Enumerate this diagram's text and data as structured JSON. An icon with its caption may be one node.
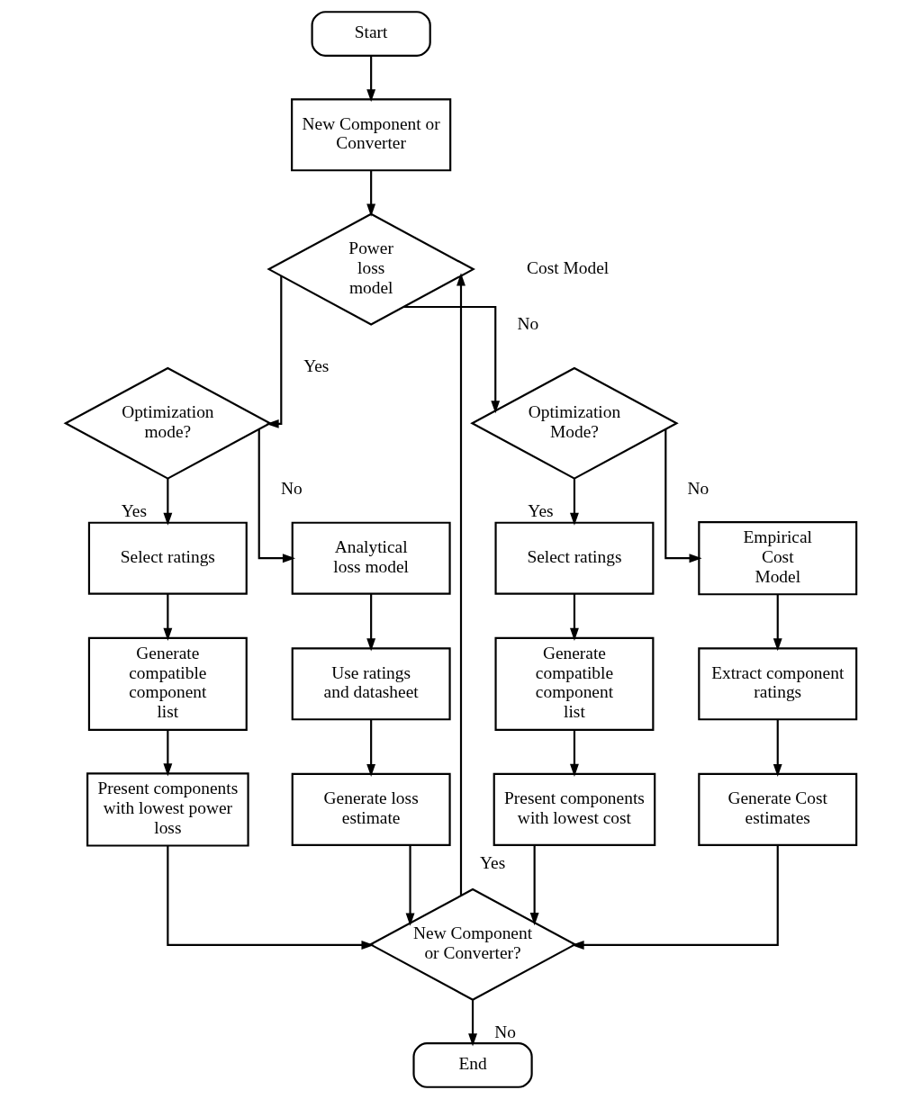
{
  "diagram": {
    "nodes": [
      {
        "text": [
          "Start"
        ]
      },
      {
        "text": [
          "New Component or Converter"
        ]
      },
      {
        "text": [
          "Power loss model"
        ]
      },
      {
        "text": [
          "Optimization mode?"
        ]
      },
      {
        "text": [
          "Optimization Mode?"
        ]
      },
      {
        "text": [
          "Select ratings"
        ]
      },
      {
        "text": [
          "Analytical loss model"
        ]
      },
      {
        "text": [
          "Select ratings"
        ]
      },
      {
        "text": [
          "Empirical Cost Model"
        ]
      },
      {
        "text": [
          "Generate compatible component list"
        ]
      },
      {
        "text": [
          "Use ratings and datasheet"
        ]
      },
      {
        "text": [
          "Generate compatible component list"
        ]
      },
      {
        "text": [
          "Extract component ratings"
        ]
      },
      {
        "text": [
          "Present components with lowest power loss"
        ]
      },
      {
        "text": [
          "Generate loss estimate"
        ]
      },
      {
        "text": [
          "Present components with lowest cost"
        ]
      },
      {
        "text": [
          "Generate Cost estimates"
        ]
      },
      {
        "text": [
          "New Component or Converter?"
        ]
      },
      {
        "text": [
          "End"
        ]
      }
    ],
    "edges": [
      {
        "from": 0,
        "to": 1,
        "arrow": "to"
      },
      {
        "from": 1,
        "to": 2,
        "arrow": "to"
      },
      {
        "from": 2,
        "to": 3,
        "label": "Yes",
        "arrow": "to"
      },
      {
        "from": 2,
        "to": 4,
        "label": "No",
        "arrow": "to"
      },
      {
        "from": 3,
        "to": 5,
        "label": "Yes",
        "arrow": "to"
      },
      {
        "from": 3,
        "to": 6,
        "label": "No",
        "arrow": "to"
      },
      {
        "from": 4,
        "to": 7,
        "label": "Yes",
        "arrow": "to"
      },
      {
        "from": 4,
        "to": 8,
        "label": "No",
        "arrow": "to"
      },
      {
        "from": 5,
        "to": 9,
        "arrow": "to"
      },
      {
        "from": 6,
        "to": 10,
        "arrow": "to"
      },
      {
        "from": 7,
        "to": 11,
        "arrow": "to"
      },
      {
        "from": 8,
        "to": 12,
        "arrow": "to"
      },
      {
        "from": 9,
        "to": 13,
        "arrow": "to"
      },
      {
        "from": 10,
        "to": 14,
        "arrow": "to"
      },
      {
        "from": 11,
        "to": 15,
        "arrow": "to"
      },
      {
        "from": 12,
        "to": 16,
        "arrow": "to"
      },
      {
        "from": 13,
        "to": 17,
        "arrow": "to"
      },
      {
        "from": 14,
        "to": 17,
        "arrow": "to"
      },
      {
        "from": 15,
        "to": 17,
        "arrow": "to"
      },
      {
        "from": 16,
        "to": 17,
        "arrow": "to"
      },
      {
        "from": 17,
        "to": 2,
        "label": "Yes",
        "arrow": "to"
      },
      {
        "from": 17,
        "to": 18,
        "label": "No",
        "arrow": "to"
      }
    ],
    "labels": [
      "Cost Model"
    ]
  }
}
